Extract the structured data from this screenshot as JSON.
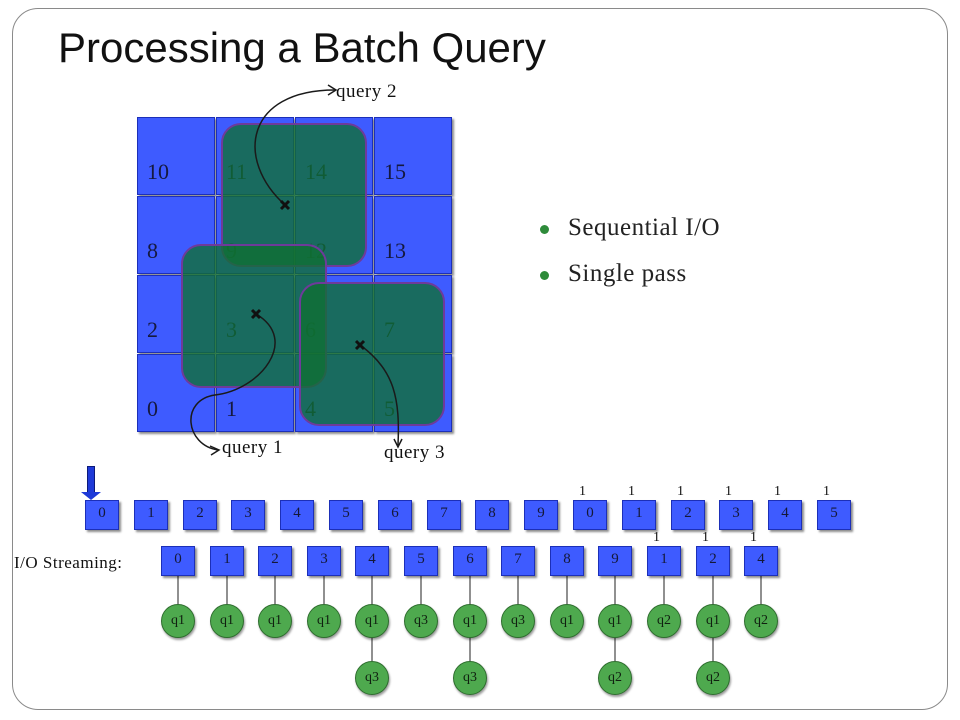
{
  "title": "Processing a Batch Query",
  "grid": {
    "cells": [
      "10",
      "11",
      "14",
      "15",
      "8",
      "9",
      "12",
      "13",
      "2",
      "3",
      "6",
      "7",
      "0",
      "1",
      "4",
      "5"
    ]
  },
  "queries": [
    {
      "label": "query 1"
    },
    {
      "label": "query 2"
    },
    {
      "label": "query 3"
    }
  ],
  "bullets": [
    "Sequential I/O",
    "Single pass"
  ],
  "disk_row": {
    "pages": [
      "0",
      "1",
      "2",
      "3",
      "4",
      "5",
      "6",
      "7",
      "8",
      "9",
      "0",
      "1",
      "2",
      "3",
      "4",
      "5"
    ],
    "superscripts": [
      "",
      "",
      "",
      "",
      "",
      "",
      "",
      "",
      "",
      "",
      "1",
      "1",
      "1",
      "1",
      "1",
      "1"
    ]
  },
  "stream_row": {
    "label": "I/O Streaming:",
    "pages": [
      "0",
      "1",
      "2",
      "3",
      "4",
      "5",
      "6",
      "7",
      "8",
      "9",
      "1",
      "2",
      "4"
    ],
    "superscripts": [
      "",
      "",
      "",
      "",
      "",
      "",
      "",
      "",
      "",
      "",
      "1",
      "1",
      "1"
    ],
    "tags_primary": [
      "q1",
      "q1",
      "q1",
      "q1",
      "q1",
      "q3",
      "q1",
      "q3",
      "q1",
      "q1",
      "q2",
      "q1",
      "q2"
    ],
    "tags_secondary": [
      "",
      "",
      "",
      "",
      "q3",
      "",
      "q3",
      "",
      "",
      "q2",
      "",
      "q2",
      ""
    ]
  },
  "colors": {
    "cell": "#3e5bff",
    "query_region": "#107032",
    "tag": "#4ea94e",
    "pointer": "#1e3ad8"
  }
}
